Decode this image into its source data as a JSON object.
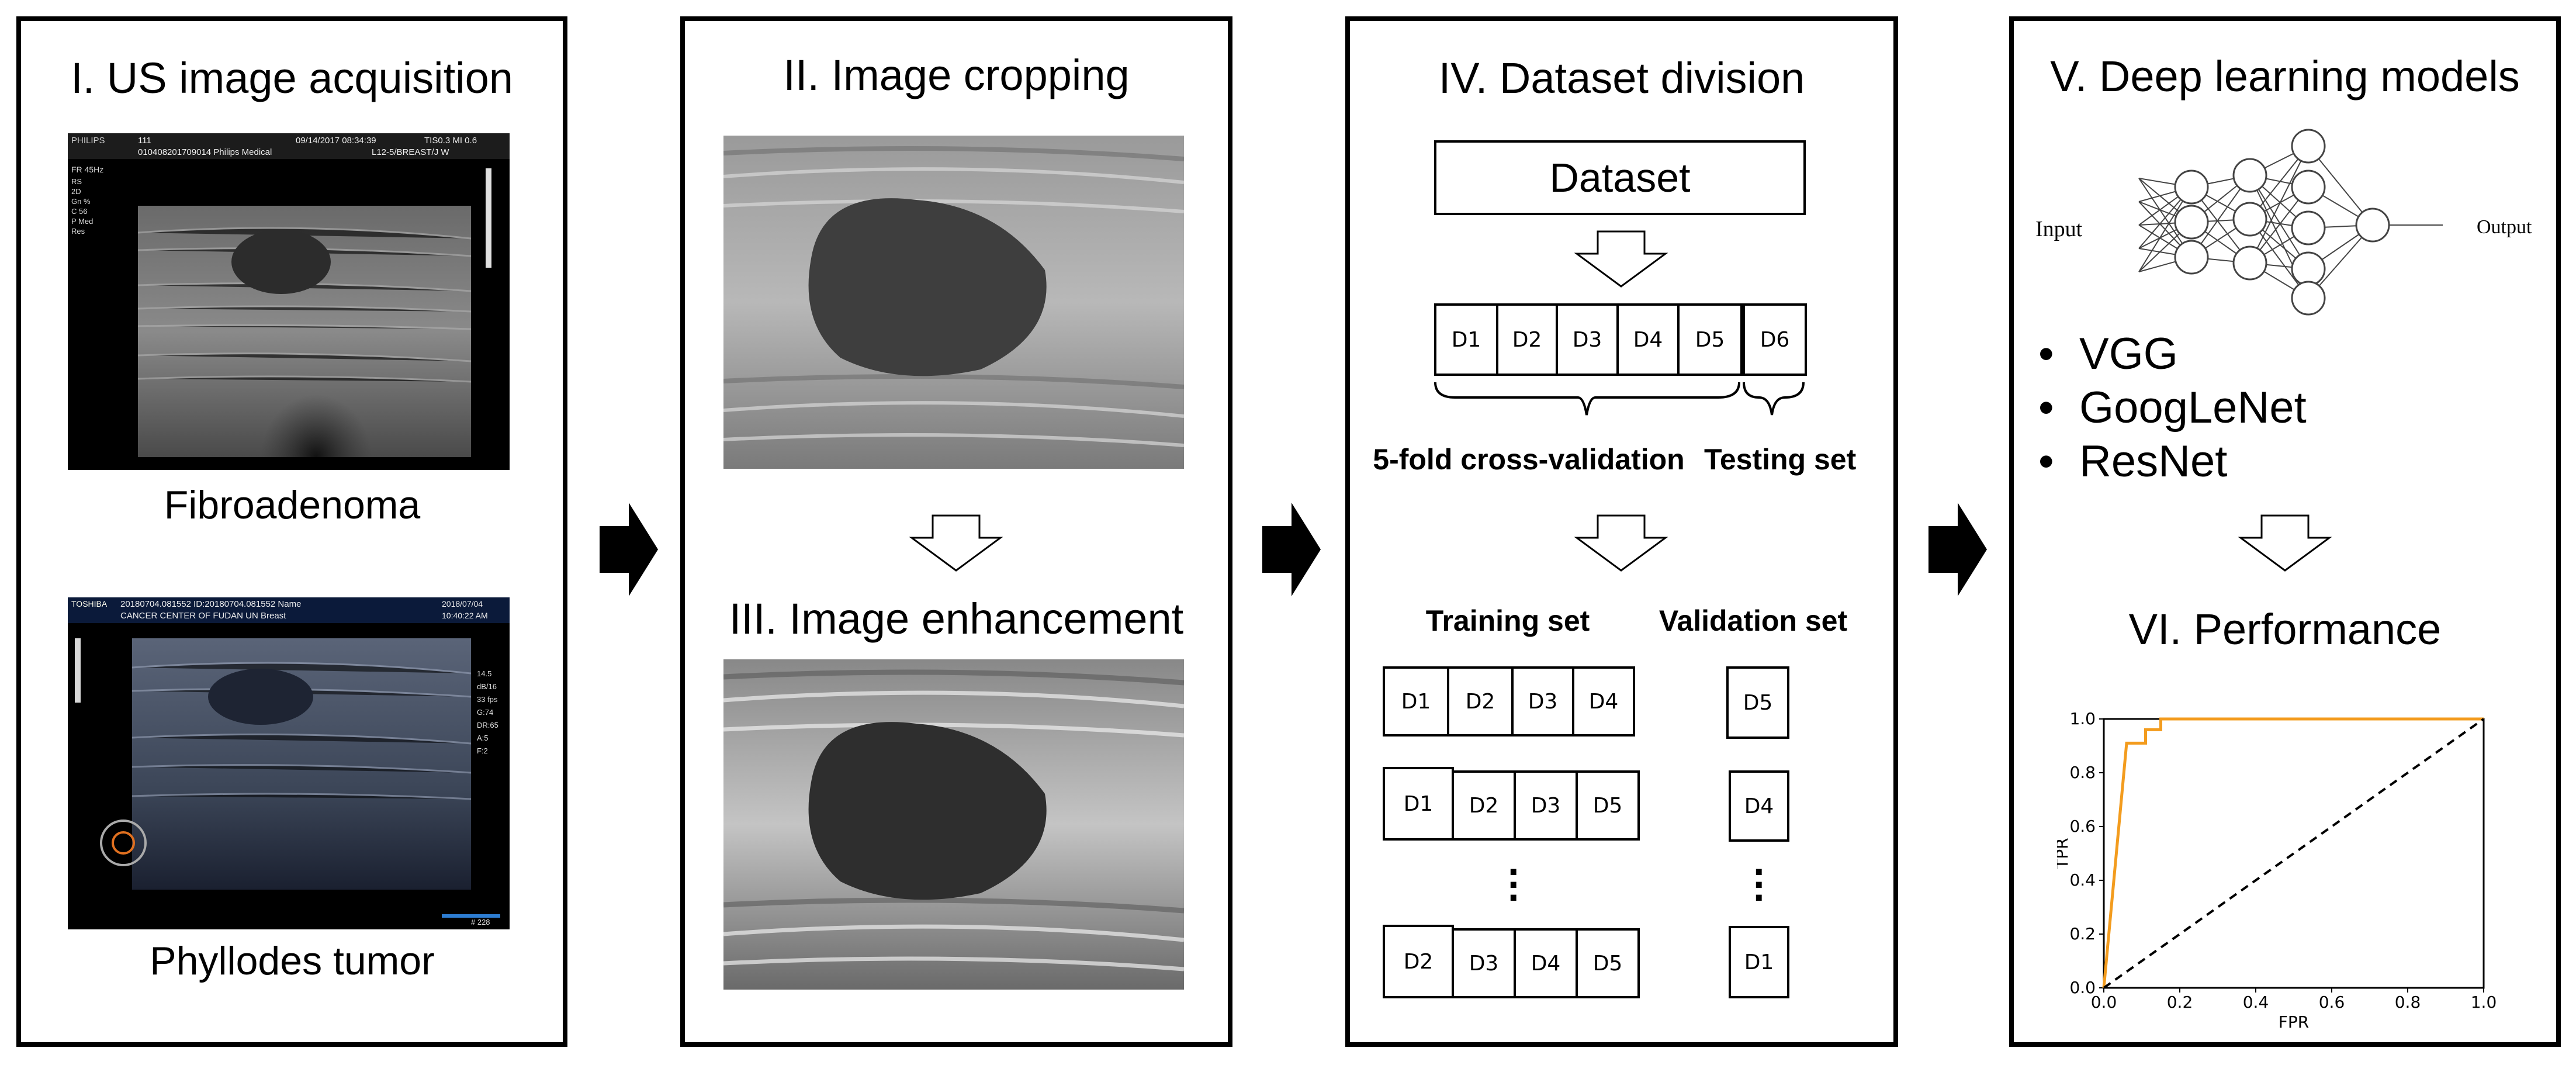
{
  "panels": [
    {
      "id": "p1",
      "title": "I. US image acquisition",
      "labels": [
        "Fibroadenoma",
        "Phyllodes tumor"
      ]
    },
    {
      "id": "p2",
      "title_a": "II. Image cropping",
      "title_b": "III. Image enhancement"
    },
    {
      "id": "p3",
      "title": "IV. Dataset division"
    },
    {
      "id": "p4",
      "title": "V. Deep learning models",
      "title_b": "VI. Performance"
    }
  ],
  "ultrasound_1": {
    "brand": "PHILIPS",
    "line1_left": "111",
    "line1_right": "09/14/2017   08:34:39",
    "line1_far": "TIS0.3  MI 0.6",
    "line2_left": "010408201709014   Philips Medical",
    "line2_right": "L12-5/BREAST/J W",
    "side": "FR 45Hz",
    "side_list": [
      "RS",
      "2D",
      "Gn %",
      "C 56",
      "P Med",
      "Res"
    ]
  },
  "ultrasound_2": {
    "brand": "TOSHIBA",
    "line1": "20180704.081552  ID:20180704.081552  Name",
    "line1_right": "2018/07/04",
    "line2": "CANCER CENTER OF FUDAN UN   Breast",
    "line2_right": "10:40:22 AM",
    "side_right": [
      "14.5",
      "dB/16",
      "33 fps",
      "G:74",
      "DR:65",
      "A:5",
      "F:2"
    ],
    "bottom_right": "# 228"
  },
  "dataset": {
    "label": "Dataset",
    "folds": [
      "D1",
      "D2",
      "D3",
      "D4",
      "D5",
      "D6"
    ],
    "brace_left": "5-fold cross-validation",
    "brace_right": "Testing set",
    "training_header": "Training set",
    "validation_header": "Validation set",
    "rows": [
      {
        "train": [
          "D1",
          "D2",
          "D3",
          "D4"
        ],
        "val": "D5"
      },
      {
        "train": [
          "D1",
          "D2",
          "D3",
          "D5"
        ],
        "val": "D4"
      },
      {
        "train": [
          "D2",
          "D3",
          "D4",
          "D5"
        ],
        "val": "D1"
      }
    ]
  },
  "network": {
    "input_label": "Input",
    "output_label": "Output"
  },
  "models": [
    "VGG",
    "GoogLeNet",
    "ResNet"
  ],
  "colors": {
    "roc": "#f39c1e",
    "border": "#000000"
  },
  "chart_data": {
    "type": "line",
    "title": "",
    "xlabel": "FPR",
    "ylabel": "TPR",
    "xlim": [
      0,
      1
    ],
    "ylim": [
      0,
      1
    ],
    "xticks": [
      "0.0",
      "0.2",
      "0.4",
      "0.6",
      "0.8",
      "1.0"
    ],
    "yticks": [
      "0.0",
      "0.2",
      "0.4",
      "0.6",
      "0.8",
      "1.0"
    ],
    "series": [
      {
        "style": "solid",
        "color": "#f39c1e",
        "x": [
          0,
          0.06,
          0.06,
          0.11,
          0.11,
          0.15,
          0.15,
          0.2,
          1.0
        ],
        "y": [
          0,
          0.91,
          0.91,
          0.91,
          0.96,
          0.96,
          1.0,
          1.0,
          1.0
        ]
      },
      {
        "style": "dashed",
        "color": "#000000",
        "x": [
          0,
          1
        ],
        "y": [
          0,
          1
        ]
      }
    ]
  }
}
